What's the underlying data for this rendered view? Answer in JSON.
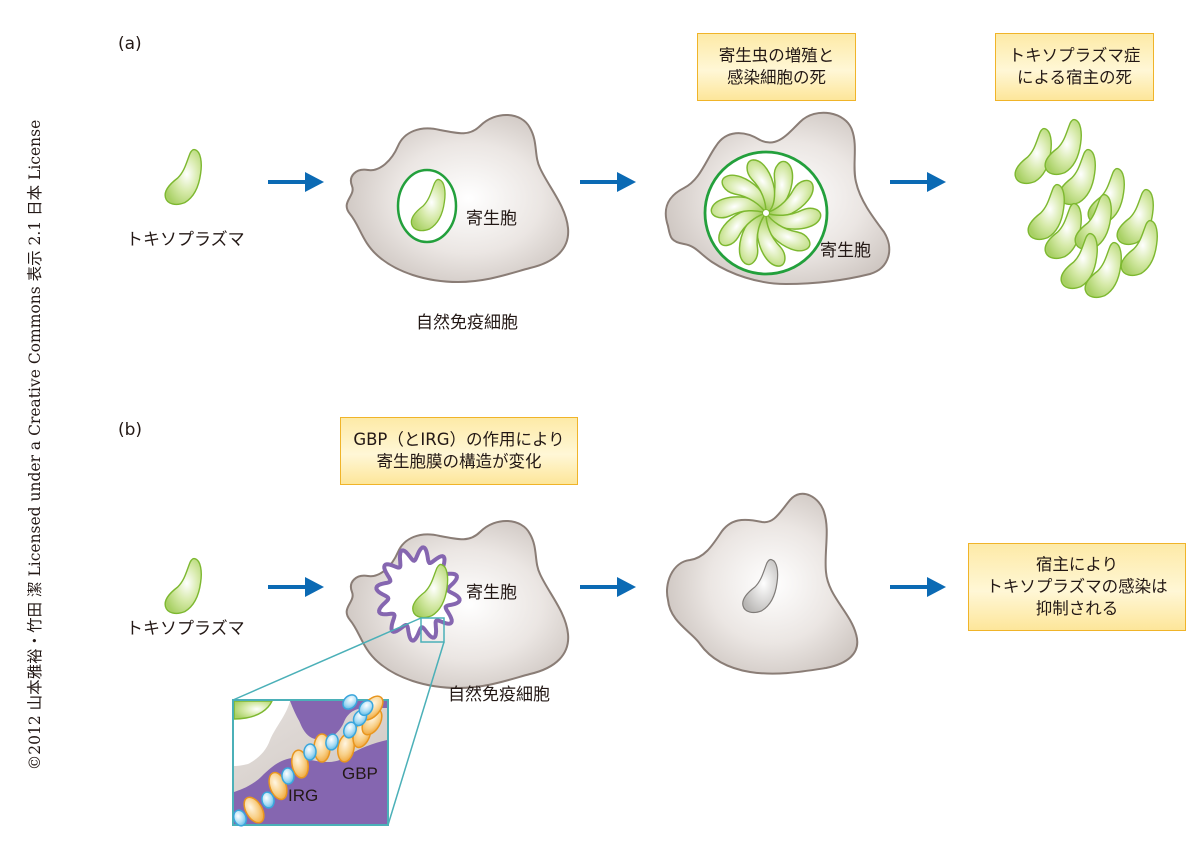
{
  "credit": "©2012 山本雅裕・竹田 潔 Licensed under a Creative Commons 表示 2.1 日本 License",
  "colors": {
    "arrow": "#0b6ab4",
    "cell_fill": "#d9d3cf",
    "cell_stroke": "#8a7d76",
    "parasite_fill": "#b8d97a",
    "parasite_stroke": "#7db830",
    "vacuole_stroke": "#23a03c",
    "membrane_purple": "#8566b0",
    "inset_border": "#4bb0b8",
    "igr_blue": "#58b8e6",
    "gbp_orange": "#f0a63a",
    "callout_border": "#f0b429",
    "callout_fill": "#fdeaa7"
  },
  "panel_a": {
    "label": "(a)",
    "toxoplasma_label": "トキソプラズマ",
    "vacuole_label_1": "寄生胞",
    "vacuole_label_2": "寄生胞",
    "cell_label": "自然免疫細胞",
    "callout_1": {
      "line1": "寄生虫の増殖と",
      "line2": "感染細胞の死"
    },
    "callout_2": {
      "line1": "トキソプラズマ症",
      "line2": "による宿主の死"
    }
  },
  "panel_b": {
    "label": "(b)",
    "toxoplasma_label": "トキソプラズマ",
    "vacuole_label": "寄生胞",
    "cell_label": "自然免疫細胞",
    "callout_1": {
      "line1": "GBP（とIRG）の作用により",
      "line2": "寄生胞膜の構造が変化"
    },
    "callout_2": {
      "line1": "宿主により",
      "line2": "トキソプラズマの感染は",
      "line3": "抑制される"
    },
    "inset": {
      "irg_label": "IRG",
      "gbp_label": "GBP"
    }
  }
}
